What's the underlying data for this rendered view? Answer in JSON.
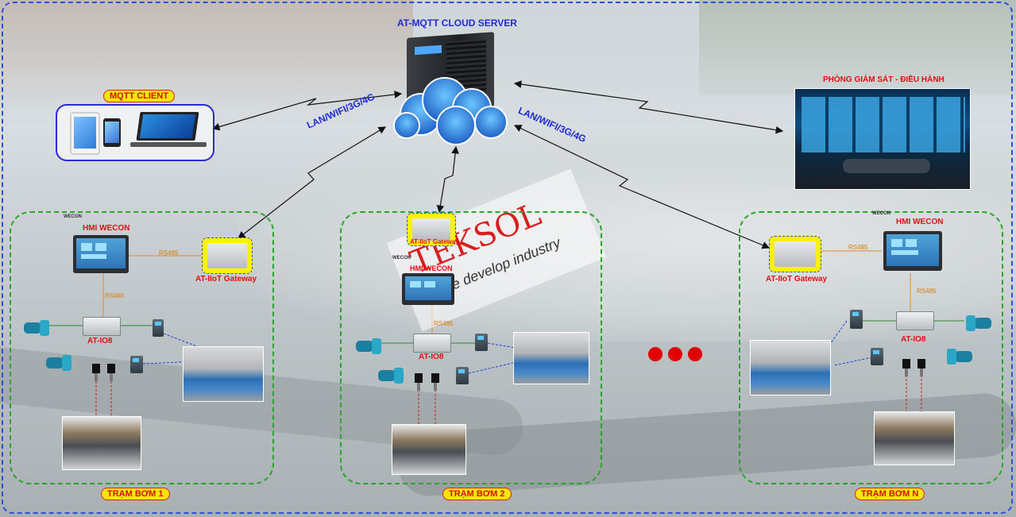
{
  "server": {
    "title": "AT-MQTT CLOUD SERVER"
  },
  "network_labels": {
    "left": "LAN/WIFI/3G/4G",
    "right": "LAN/WIFI/3G/4G"
  },
  "mqtt_client": {
    "title": "MQTT CLIENT"
  },
  "control_room": {
    "title": "PHÒNG GIÁM SÁT - ĐIỀU HÀNH"
  },
  "watermark": {
    "brand_a": "TEK",
    "brand_b": "SOL",
    "tagline": "We develop industry"
  },
  "stations": [
    {
      "badge": "TRẠM BƠM 1",
      "hmi_brand": "WECON",
      "hmi_label": "HMI WECON",
      "gateway_label": "AT-IIoT Gateway",
      "io_label": "AT-IO8",
      "link_hmi_gateway": "RS485",
      "link_hmi_io": "RS485"
    },
    {
      "badge": "TRẠM BƠM 2",
      "hmi_brand": "WECON",
      "hmi_label": "HMI WECON",
      "gateway_label": "AT-IIoT Gateway",
      "io_label": "AT-IO8",
      "link_hmi_io": "RS485"
    },
    {
      "badge": "TRẠM BƠM N",
      "hmi_brand": "WECON",
      "hmi_label": "HMI WECON",
      "gateway_label": "AT-IIoT Gateway",
      "io_label": "AT-IO8",
      "link_hmi_gateway": "RS485",
      "link_hmi_io": "RS485"
    }
  ],
  "colors": {
    "frame": "#2b4fd6",
    "station_border": "#2aa52a",
    "label_red": "#e01010",
    "label_blue": "#1f2bd0",
    "badge_fill": "#ffe600"
  }
}
